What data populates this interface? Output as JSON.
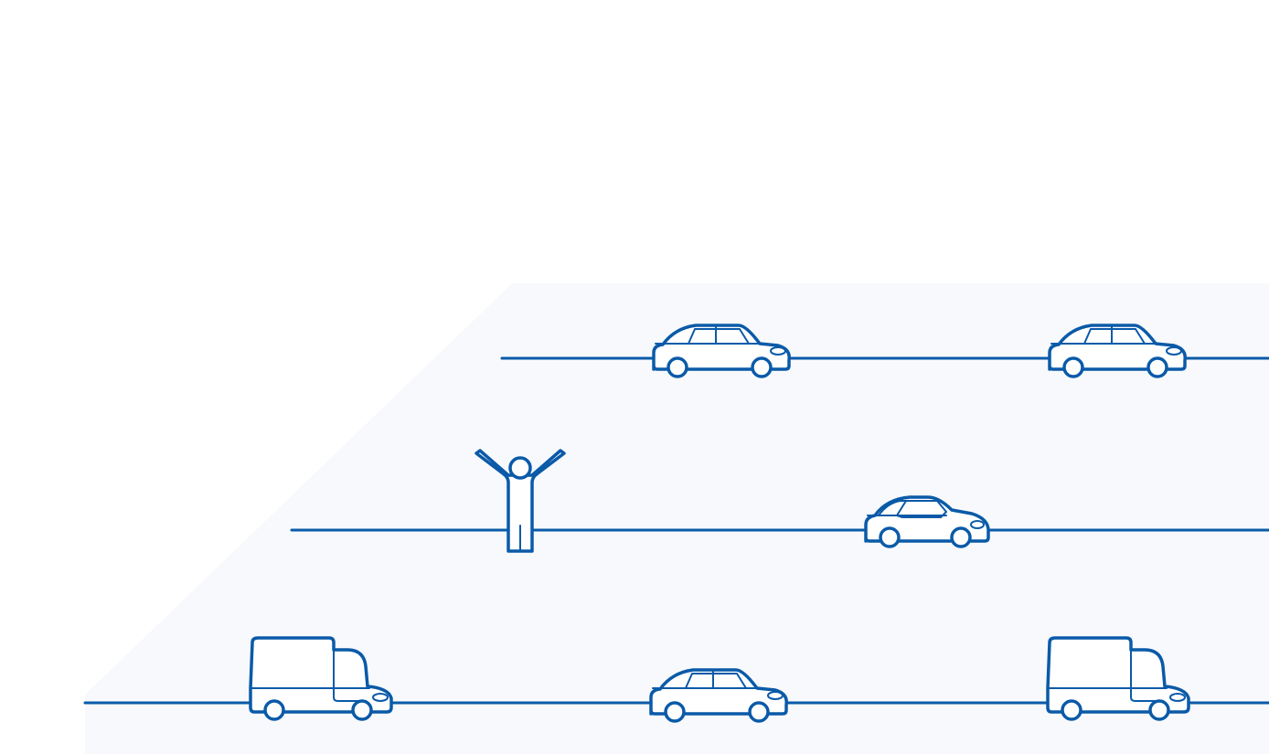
{
  "scene": {
    "accent_color": "#0a5aa8",
    "background_tint": "#f7f9fc",
    "rows": [
      {
        "name": "top-lane",
        "items": [
          "car",
          "car"
        ]
      },
      {
        "name": "middle-lane",
        "items": [
          "person",
          "car"
        ]
      },
      {
        "name": "bottom-lane",
        "items": [
          "van",
          "car",
          "van"
        ]
      }
    ]
  }
}
